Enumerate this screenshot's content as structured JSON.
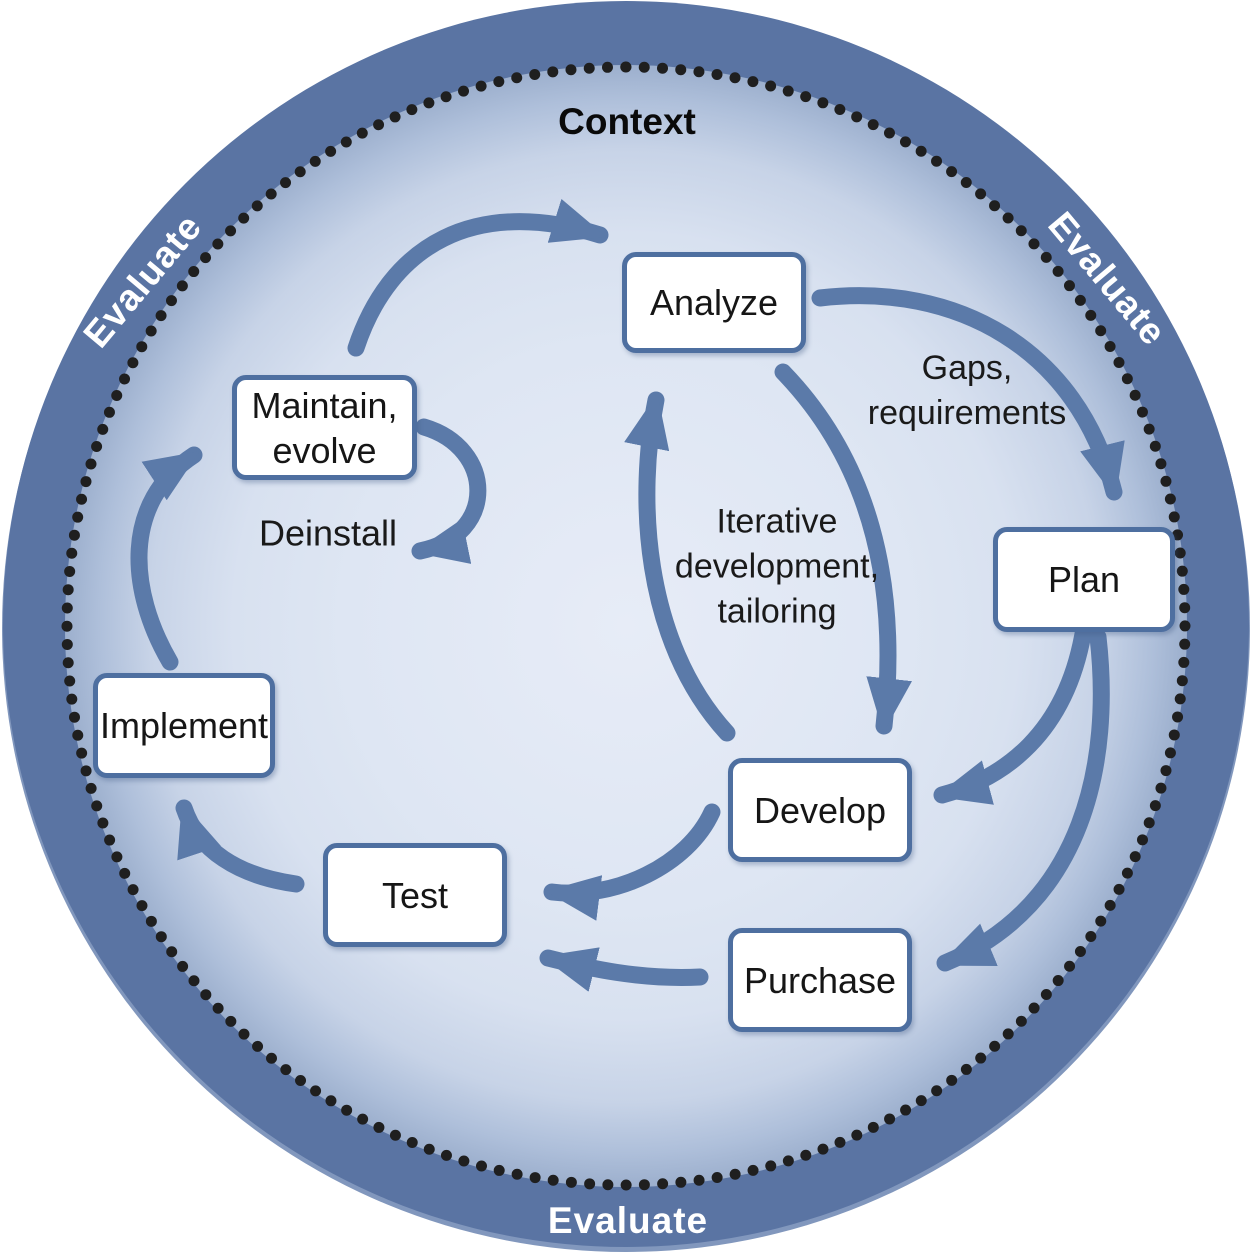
{
  "diagram": {
    "context_label": "Context",
    "evaluate": {
      "top_left": "Evaluate",
      "top_right": "Evaluate",
      "bottom": "Evaluate"
    },
    "nodes": {
      "analyze": "Analyze",
      "maintain": "Maintain,\nevolve",
      "plan": "Plan",
      "implement": "Implement",
      "develop": "Develop",
      "test": "Test",
      "purchase": "Purchase"
    },
    "annotations": {
      "gaps": "Gaps,\nrequirements",
      "iterative": "Iterative\ndevelopment,\ntailoring",
      "deinstall": "Deinstall"
    },
    "colors": {
      "outer_ring": "#5a74a3",
      "ring_bottom_highlight": "#8197bd",
      "inner_fill": "#dde5f2",
      "inner_edge_band": "#9cafcd",
      "arrow": "#5b7aa9",
      "box_border": "#4e6fa0",
      "box_fill": "#ffffff",
      "dotted_circle": "#1f1f1f",
      "evaluate_text": "#ffffff",
      "label_text": "#1a1a1a"
    }
  }
}
